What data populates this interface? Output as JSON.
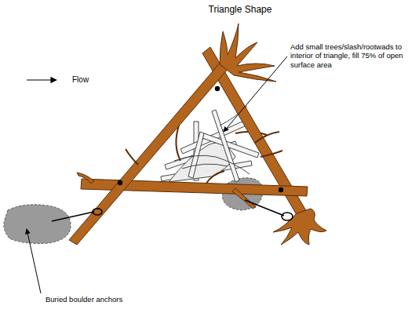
{
  "diagram": {
    "title": "Triangle Shape",
    "labels": [
      "Flow",
      "Add small trees/slash/rootwads to interior of triangle, fill 75% of open surface area",
      "Buried boulder anchors"
    ]
  }
}
